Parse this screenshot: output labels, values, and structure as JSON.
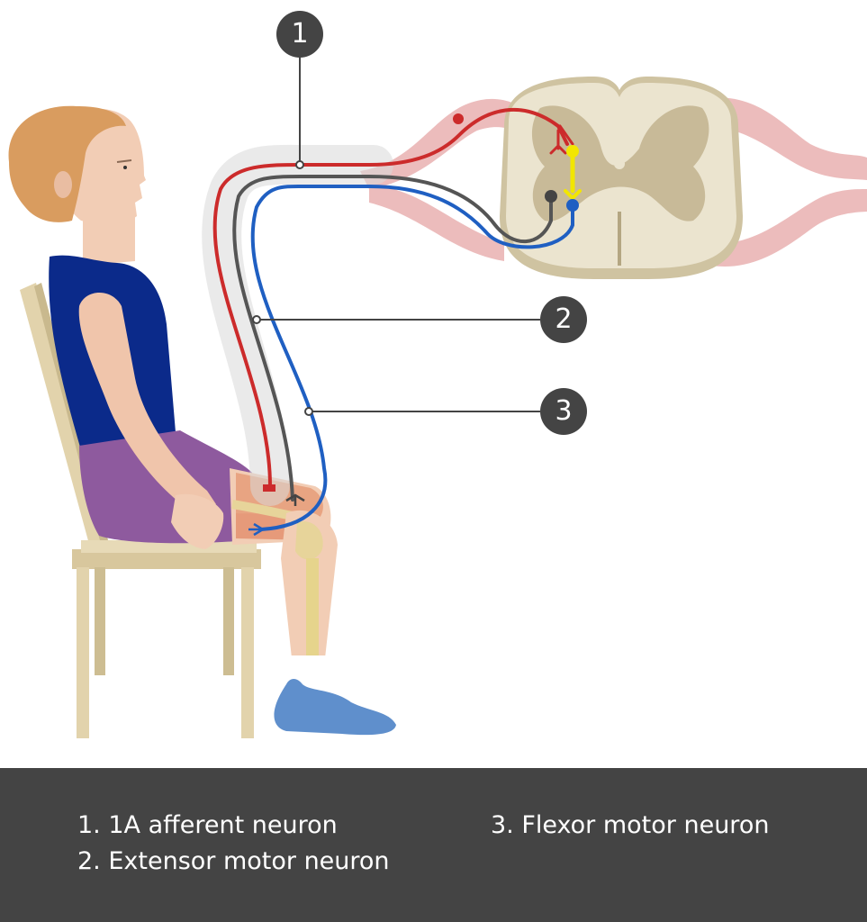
{
  "callouts": [
    {
      "number": "1"
    },
    {
      "number": "2"
    },
    {
      "number": "3"
    }
  ],
  "legend": {
    "items": [
      "1. 1A afferent neuron",
      "2. Extensor motor neuron",
      "3. Flexor motor neuron"
    ]
  },
  "colors": {
    "afferent": "#cc2b2b",
    "extensor": "#555555",
    "flexor": "#1f5fc2",
    "interneuron": "#f2e600",
    "legend_bg": "#444444"
  }
}
